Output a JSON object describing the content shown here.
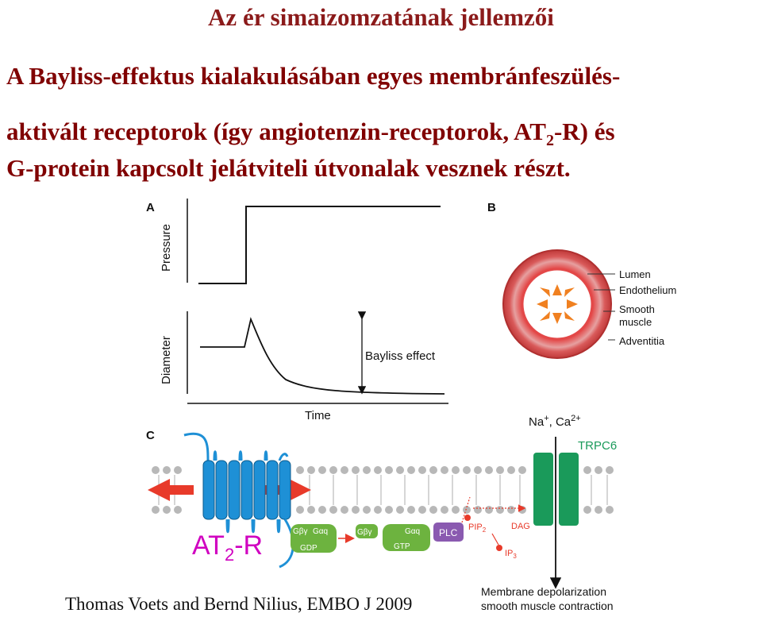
{
  "title": "Az ér simaizomzatának jellemzői",
  "intro": {
    "line1": "A Bayliss-effektus kialakulásában egyes membránfeszülés-",
    "line2_a": "aktivált receptorok (így angiotenzin-receptorok, AT",
    "line2_sub": "2",
    "line2_b": "-R) és",
    "line3": "G-protein kapcsolt jelátviteli útvonalak vesznek részt."
  },
  "figure": {
    "panel_a": {
      "label": "A",
      "pressure_axis": "Pressure",
      "diameter_axis": "Diameter",
      "time_axis": "Time",
      "annotation": "Bayliss effect"
    },
    "panel_b": {
      "label": "B",
      "layers": [
        "Lumen",
        "Endothelium",
        "Smooth",
        "muscle",
        "Adventitia"
      ]
    },
    "panel_c": {
      "label": "C",
      "ions_na": "Na",
      "ions_na_sup": "+",
      "ions_sep": ", Ca",
      "ions_ca_sup": "2+",
      "channel": "TRPC6",
      "gdp_complex_a": "Gβγ",
      "gdp_complex_b": "Gαq",
      "gdp": "GDP",
      "gbg": "Gβγ",
      "gaq": "Gαq",
      "gtp": "GTP",
      "plc": "PLC",
      "pip2": "PIP",
      "pip2_sub": "2",
      "dag": "DAG",
      "ip3": "IP",
      "ip3_sub": "3",
      "outcome_1": "Membrane depolarization",
      "outcome_2": "smooth muscle contraction"
    }
  },
  "receptor_label": {
    "main": "AT",
    "sub": "2",
    "tail": "-R"
  },
  "credit": "Thomas Voets and Bernd Nilius, EMBO J 2009",
  "colors": {
    "title": "#8b1a1a",
    "text": "#800000",
    "receptor": "#1e90d6",
    "channel": "#1a9a5a",
    "arrow": "#e83a2a",
    "plc": "#8a5ab0",
    "gprotein": "#6db33f",
    "at2r": "#d000c0"
  }
}
